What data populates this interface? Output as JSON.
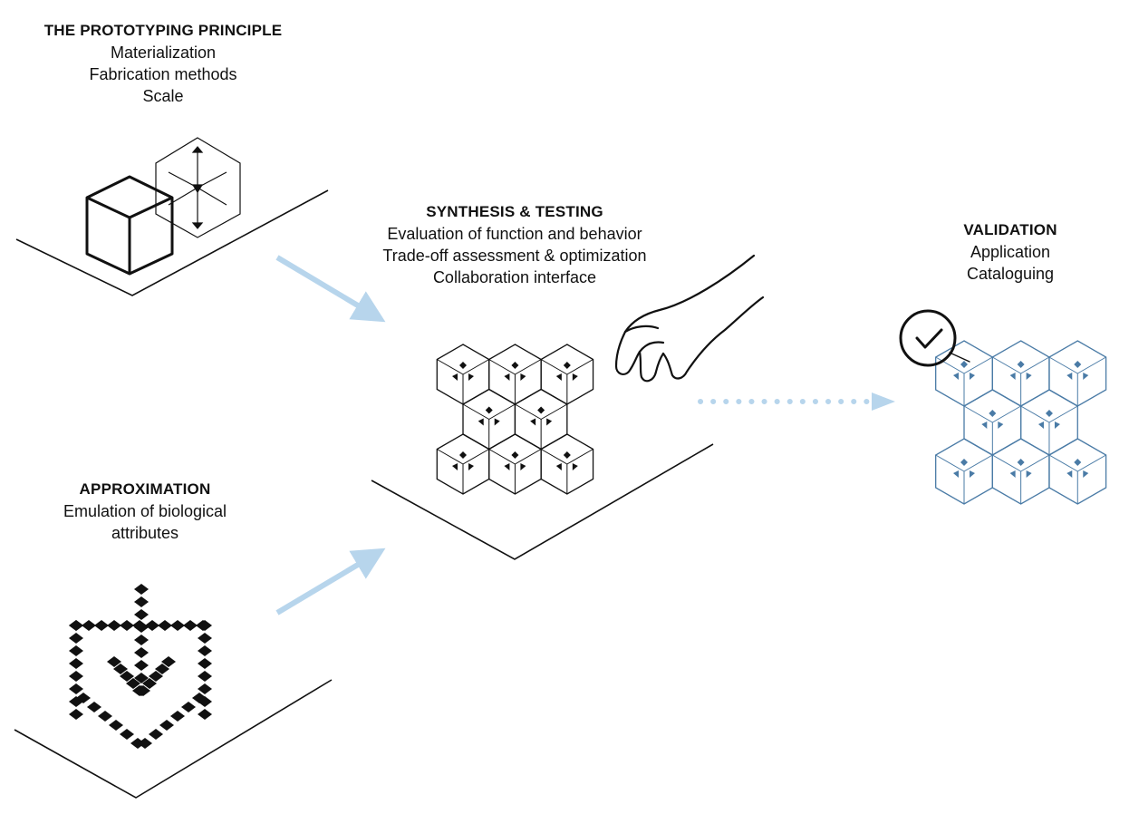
{
  "prototyping": {
    "title": "THE PROTOTYPING PRINCIPLE",
    "lines": [
      "Materialization",
      "Fabrication methods",
      "Scale"
    ]
  },
  "synthesis": {
    "title": "SYNTHESIS & TESTING",
    "lines": [
      "Evaluation of function and behavior",
      "Trade-off assessment & optimization",
      "Collaboration interface"
    ]
  },
  "validation": {
    "title": "VALIDATION",
    "lines": [
      "Application",
      "Cataloguing"
    ]
  },
  "approximation": {
    "title": "APPROXIMATION",
    "lines": [
      "Emulation of biological",
      "attributes"
    ]
  },
  "colors": {
    "ink": "#111111",
    "arrow": "#b7d5ec",
    "validation_blue": "#4a7ba6"
  },
  "icons": [
    "cube-icon",
    "scale-arrows-icon",
    "fractal-cube-icon",
    "lattice-icon",
    "hand-icon",
    "checkmark-icon"
  ]
}
